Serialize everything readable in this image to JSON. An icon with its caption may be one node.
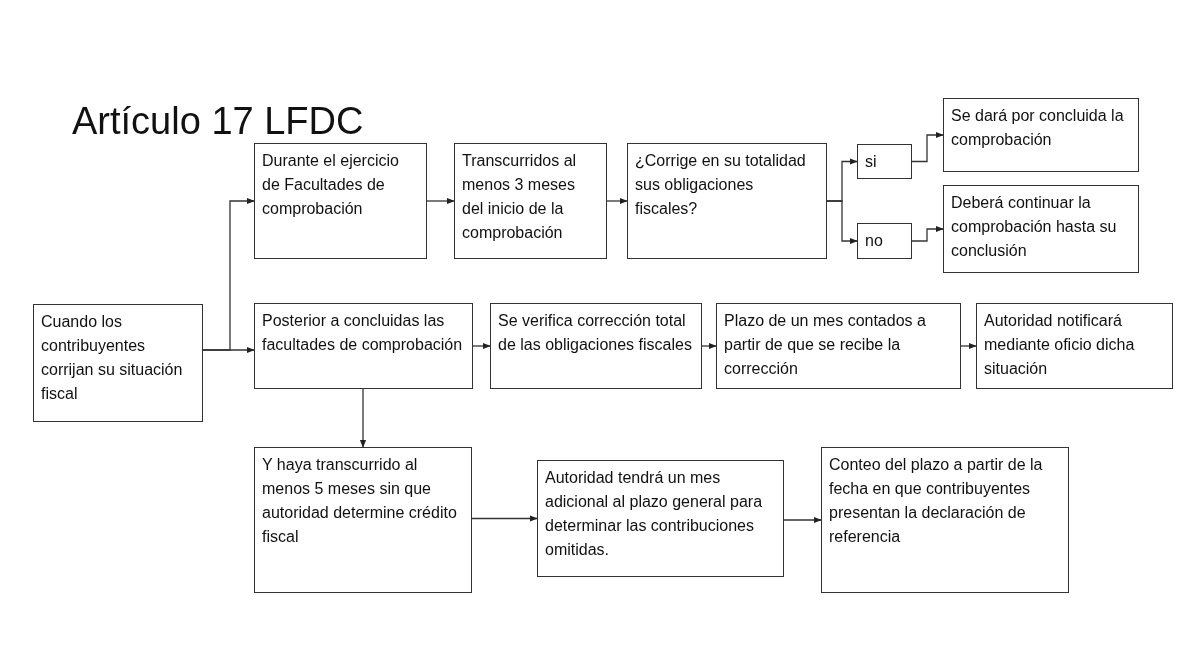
{
  "diagram": {
    "title": "Artículo 17 LFDC",
    "nodes": [
      {
        "text": [
          "Cuando los contribuyentes corrijan su situación fiscal"
        ]
      },
      {
        "text": [
          "Durante el ejercicio de Facultades de comprobación"
        ]
      },
      {
        "text": [
          "Transcurridos al menos 3 meses del inicio de la comprobación"
        ]
      },
      {
        "text": [
          "¿Corrige en su totalidad sus obligaciones fiscales?"
        ]
      },
      {
        "text": [
          "si"
        ]
      },
      {
        "text": [
          "no"
        ]
      },
      {
        "text": [
          "Se dará por concluida la comprobación"
        ]
      },
      {
        "text": [
          "Deberá continuar la comprobación hasta su conclusión"
        ]
      },
      {
        "text": [
          "Posterior a concluidas las facultades de comprobación"
        ]
      },
      {
        "text": [
          "Se verifica corrección total de las obligaciones fiscales"
        ]
      },
      {
        "text": [
          "Plazo de un mes contados a partir de que se recibe la corrección"
        ]
      },
      {
        "text": [
          "Autoridad notificará mediante oficio dicha situación"
        ]
      },
      {
        "text": [
          "Y haya transcurrido al menos 5 meses  sin que autoridad determine crédito fiscal"
        ]
      },
      {
        "text": [
          "Autoridad tendrá un mes adicional al plazo general para determinar las contribuciones omitidas."
        ]
      },
      {
        "text": [
          "Conteo del plazo a partir de la fecha en que contribuyentes presentan la declaración de referencia"
        ]
      }
    ],
    "edges": [
      {
        "from": 0,
        "to": 1,
        "arrow": "to"
      },
      {
        "from": 0,
        "to": 8,
        "arrow": "to"
      },
      {
        "from": 1,
        "to": 2,
        "arrow": "to"
      },
      {
        "from": 2,
        "to": 3,
        "arrow": "to"
      },
      {
        "from": 3,
        "to": 4,
        "arrow": "to"
      },
      {
        "from": 3,
        "to": 5,
        "arrow": "to"
      },
      {
        "from": 4,
        "to": 6,
        "arrow": "to"
      },
      {
        "from": 5,
        "to": 7,
        "arrow": "to"
      },
      {
        "from": 8,
        "to": 9,
        "arrow": "to"
      },
      {
        "from": 9,
        "to": 10,
        "arrow": "to"
      },
      {
        "from": 10,
        "to": 11,
        "arrow": "to"
      },
      {
        "from": 8,
        "to": 12,
        "arrow": "to"
      },
      {
        "from": 12,
        "to": 13,
        "arrow": "to"
      },
      {
        "from": 13,
        "to": 14,
        "arrow": "to"
      }
    ]
  }
}
